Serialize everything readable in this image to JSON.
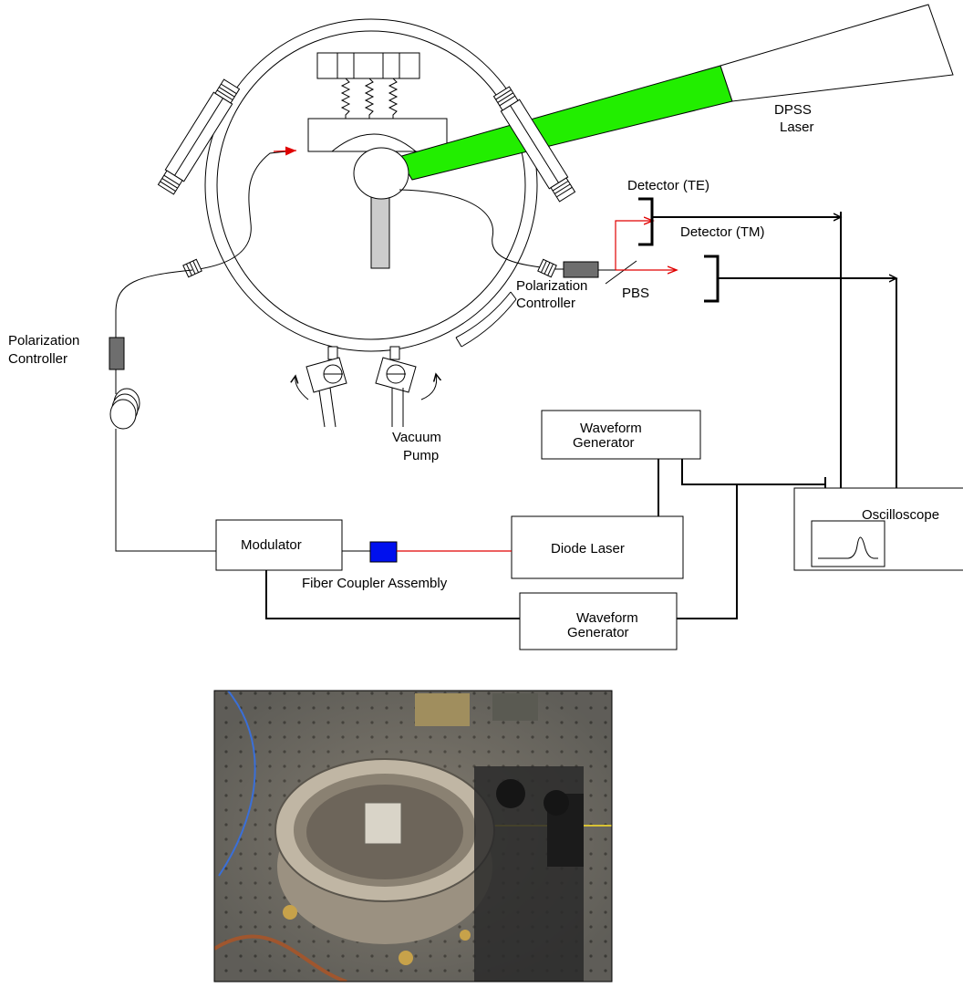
{
  "labels": {
    "dpss_laser_line1": "DPSS",
    "dpss_laser_line2": "Laser",
    "detector_te": "Detector (TE)",
    "detector_tm": "Detector (TM)",
    "pbs": "PBS",
    "pc_right_line1": "Polarization",
    "pc_right_line2": "Controller",
    "pc_left_line1": "Polarization",
    "pc_left_line2": "Controller",
    "vacuum_pump_line1": "Vacuum",
    "vacuum_pump_line2": "Pump",
    "waveform_gen_top_line1": "Waveform",
    "waveform_gen_top_line2": "Generator",
    "oscilloscope": "Oscilloscope",
    "modulator": "Modulator",
    "diode_laser": "Diode Laser",
    "fiber_coupler": "Fiber Coupler Assembly",
    "waveform_gen_bottom_line1": "Waveform",
    "waveform_gen_bottom_line2": "Generator"
  },
  "colors": {
    "laser_beam": "#22ee00",
    "fiber_coupler": "#0010ee",
    "red_path": "#e00000",
    "pc_gray": "#6e6e6e",
    "photo_metal": "#b4aa98",
    "photo_table": "#7a776f"
  }
}
